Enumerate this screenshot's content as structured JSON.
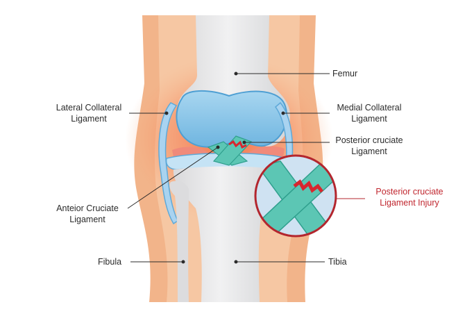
{
  "labels": {
    "femur": "Femur",
    "lcl_line1": "Lateral Collateral",
    "lcl_line2": "Ligament",
    "mcl_line1": "Medial Collateral",
    "mcl_line2": "Ligament",
    "pcl_line1": "Posterior cruciate",
    "pcl_line2": "Ligament",
    "pcl_injury_line1": "Posterior cruciate",
    "pcl_injury_line2": "Ligament Injury",
    "acl_line1": "Anteior Cruciate",
    "acl_line2": "Ligament",
    "fibula": "Fibula",
    "tibia": "Tibia"
  },
  "colors": {
    "skin": "#f2b48a",
    "skin_light": "#f7cfae",
    "inflammation": "#f26b4a",
    "bone": "#e9e9ea",
    "bone_shade": "#cfd0d2",
    "cartilage": "#8ec6e8",
    "cartilage_dark": "#5ea9d8",
    "ligament": "#5cc6b4",
    "ligament_dark": "#2f9f8d",
    "tear": "#d8262e",
    "meniscus": "#f08a7a",
    "injury_text": "#c0262e",
    "text": "#2b2b2b"
  }
}
